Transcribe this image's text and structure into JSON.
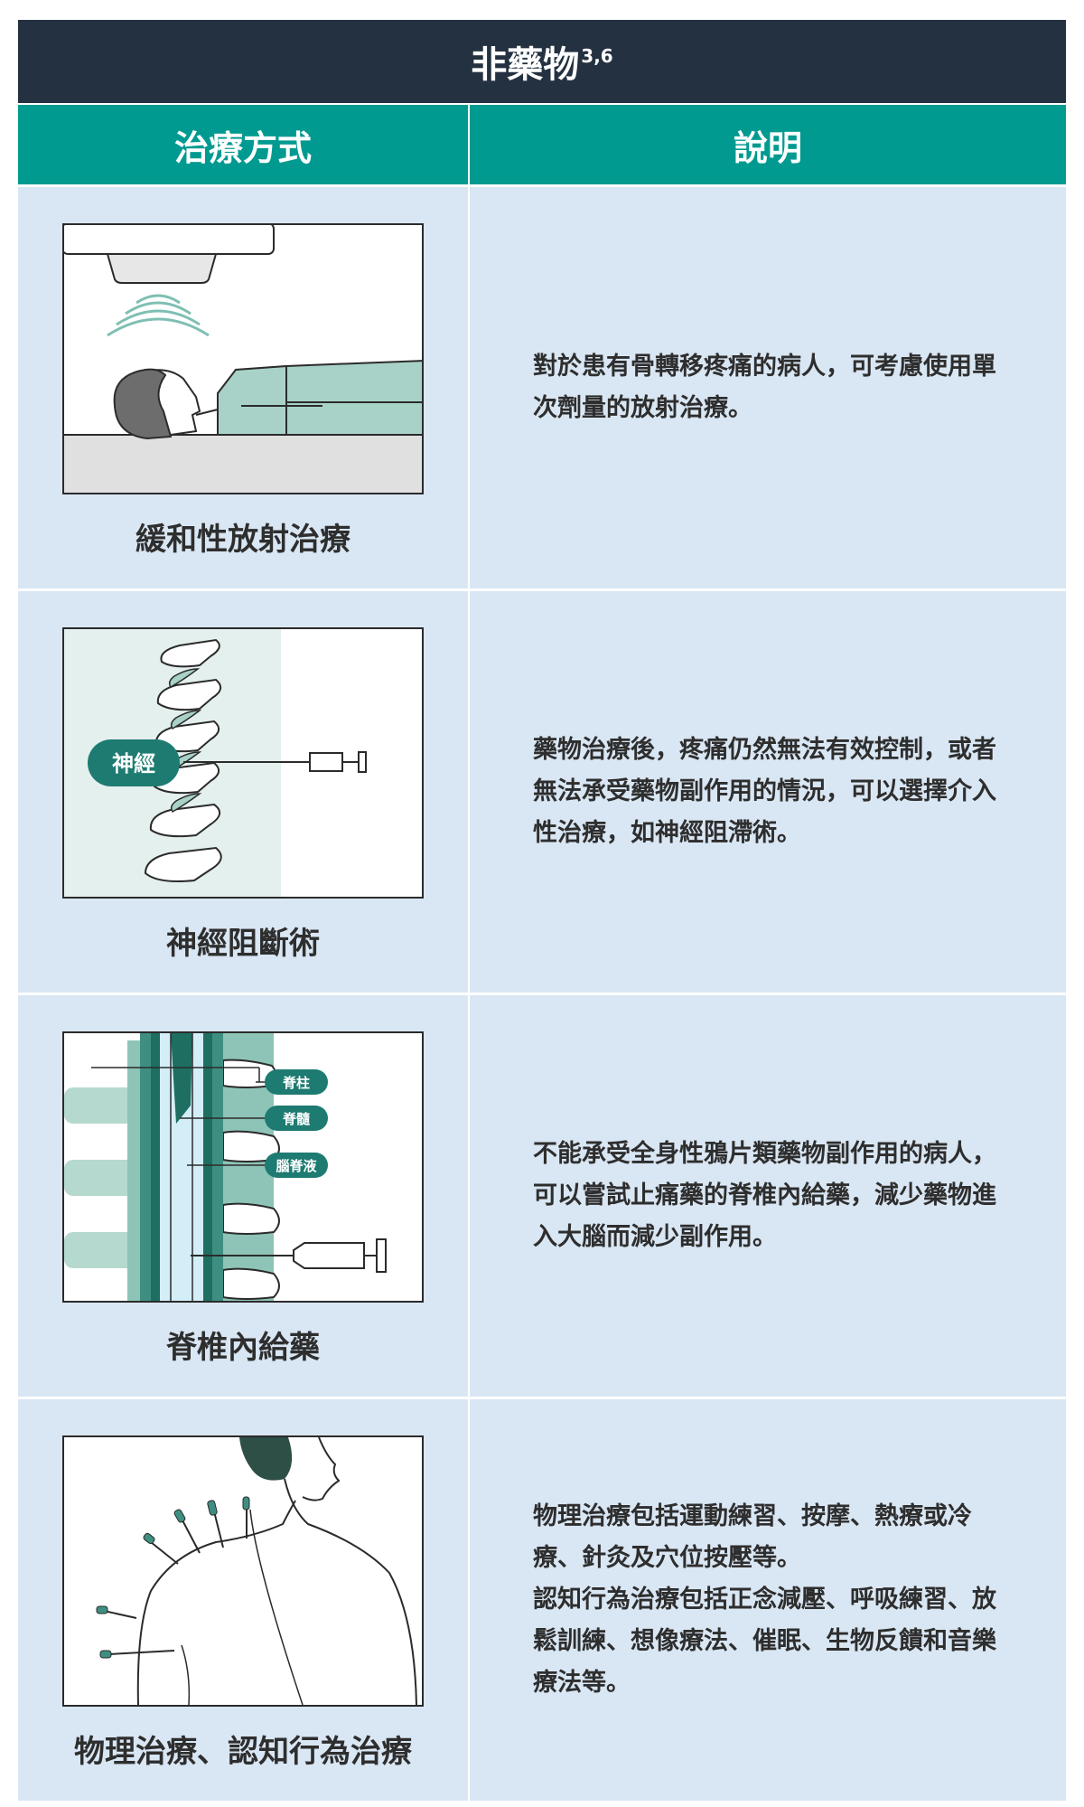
{
  "header": {
    "title": "非藥物",
    "title_sup": "3,6"
  },
  "columns": {
    "method": "治療方式",
    "description": "說明"
  },
  "rows": [
    {
      "method": "緩和性放射治療",
      "description": [
        "對於患有骨轉移疼痛的病人，可考慮使用單次劑量的放射治療。"
      ]
    },
    {
      "method": "神經阻斷術",
      "label": "神經",
      "description": [
        "藥物治療後，疼痛仍然無法有效控制，或者無法承受藥物副作用的情況，可以選擇介入性治療，如神經阻滯術。"
      ]
    },
    {
      "method": "脊椎內給藥",
      "labels": [
        "脊柱",
        "脊髓",
        "腦脊液"
      ],
      "description": [
        "不能承受全身性鴉片類藥物副作用的病人，可以嘗試止痛藥的脊椎內給藥，減少藥物進入大腦而減少副作用。"
      ]
    },
    {
      "method": "物理治療、認知行為治療",
      "description": [
        "物理治療包括運動練習、按摩、熱療或冷療、針灸及穴位按壓等。",
        "認知行為治療包括正念減壓、呼吸練習、放鬆訓練、想像療法、催眠、生物反饋和音樂療法等。"
      ]
    }
  ],
  "colors": {
    "title_bg": "#243141",
    "header_bg": "#009a90",
    "row_bg": "#d9e6f3",
    "accent": "#1e7b71",
    "mint": "#a8d2c8"
  }
}
